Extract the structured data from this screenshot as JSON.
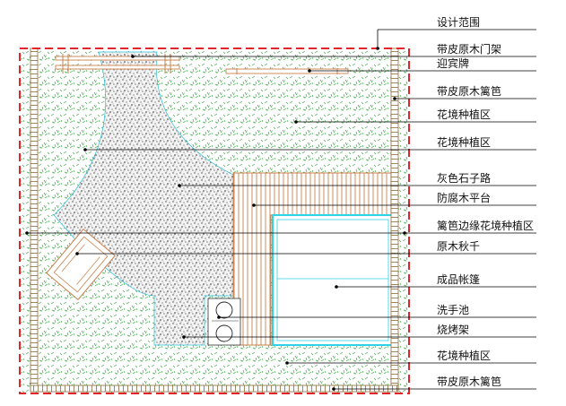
{
  "labels": {
    "design_boundary": "设计范围",
    "bark_log_gate": "带皮原木门架",
    "welcome_sign": "迎宾牌",
    "bark_log_fence_top": "带皮原木篱笆",
    "planting_area_1": "花境种植区",
    "planting_area_2": "花境种植区",
    "gray_gravel_path": "灰色石子路",
    "wood_platform": "防腐木平台",
    "fence_edge_planting": "篱笆边缘花境种植区",
    "log_swing": "原木秋千",
    "tent": "成品帐篷",
    "hand_wash_basin": "洗手池",
    "bbq_rack": "烧烤架",
    "planting_area_3": "花境种植区",
    "bark_log_fence_bottom": "带皮原木篱笆"
  },
  "colors": {
    "boundary": "#e0262b",
    "planting_hatch": "#3fa84a",
    "gravel": "#4a4a4a",
    "wood": "#c9804a",
    "tent": "#2fd2e6",
    "fence": "#8a6a3a"
  }
}
